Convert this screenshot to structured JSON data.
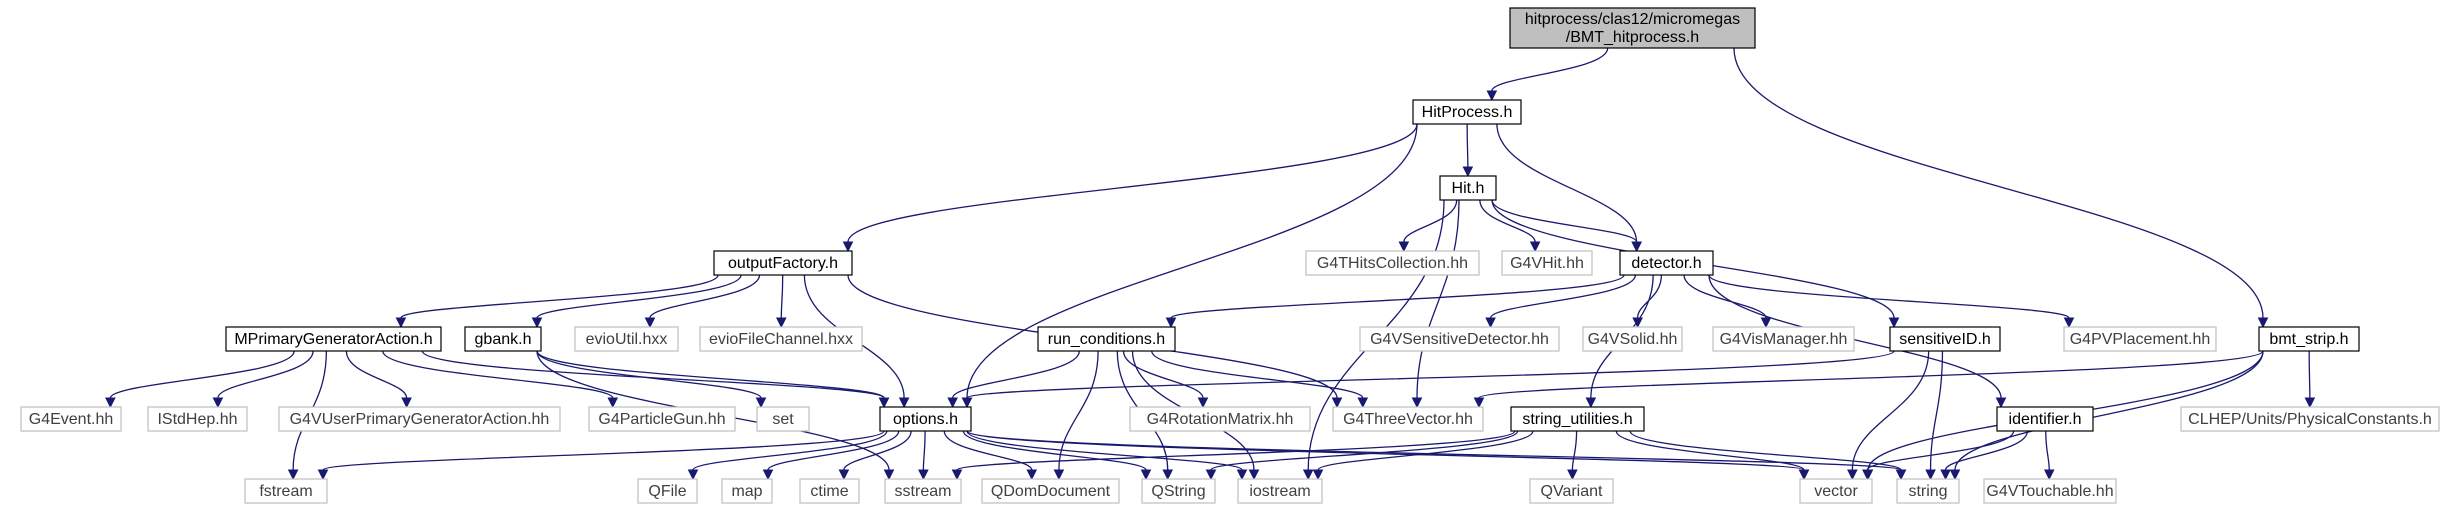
{
  "diagram": {
    "title_lines": [
      "hitprocess/clas12/micromegas",
      "/BMT_hitprocess.h"
    ],
    "edge_color": "#191970",
    "root_fill": "#bfbfbf",
    "nodes": {
      "root": {
        "lines": [
          "hitprocess/clas12/micromegas",
          "/BMT_hitprocess.h"
        ],
        "kind": "root"
      },
      "hitprocess_h": {
        "lines": [
          "HitProcess.h"
        ],
        "kind": "proj"
      },
      "hit_h": {
        "lines": [
          "Hit.h"
        ],
        "kind": "proj"
      },
      "outputfactory_h": {
        "lines": [
          "outputFactory.h"
        ],
        "kind": "proj"
      },
      "detector_h": {
        "lines": [
          "detector.h"
        ],
        "kind": "proj"
      },
      "bmt_strip_h": {
        "lines": [
          "bmt_strip.h"
        ],
        "kind": "proj"
      },
      "mprimary_h": {
        "lines": [
          "MPrimaryGeneratorAction.h"
        ],
        "kind": "proj"
      },
      "gbank_h": {
        "lines": [
          "gbank.h"
        ],
        "kind": "proj"
      },
      "run_conditions_h": {
        "lines": [
          "run_conditions.h"
        ],
        "kind": "proj"
      },
      "sensitiveid_h": {
        "lines": [
          "sensitiveID.h"
        ],
        "kind": "proj"
      },
      "options_h": {
        "lines": [
          "options.h"
        ],
        "kind": "proj"
      },
      "string_utilities_h": {
        "lines": [
          "string_utilities.h"
        ],
        "kind": "proj"
      },
      "identifier_h": {
        "lines": [
          "identifier.h"
        ],
        "kind": "proj"
      },
      "g4thitscollection_hh": {
        "lines": [
          "G4THitsCollection.hh"
        ],
        "kind": "ext"
      },
      "g4vhit_hh": {
        "lines": [
          "G4VHit.hh"
        ],
        "kind": "ext"
      },
      "evioutil_hxx": {
        "lines": [
          "evioUtil.hxx"
        ],
        "kind": "ext"
      },
      "eviofilechannel_hxx": {
        "lines": [
          "evioFileChannel.hxx"
        ],
        "kind": "ext"
      },
      "g4vsensitivedetector_hh": {
        "lines": [
          "G4VSensitiveDetector.hh"
        ],
        "kind": "ext"
      },
      "g4vsolid_hh": {
        "lines": [
          "G4VSolid.hh"
        ],
        "kind": "ext"
      },
      "g4vismanager_hh": {
        "lines": [
          "G4VisManager.hh"
        ],
        "kind": "ext"
      },
      "g4pvplacement_hh": {
        "lines": [
          "G4PVPlacement.hh"
        ],
        "kind": "ext"
      },
      "g4event_hh": {
        "lines": [
          "G4Event.hh"
        ],
        "kind": "ext"
      },
      "istdhep_hh": {
        "lines": [
          "IStdHep.hh"
        ],
        "kind": "ext"
      },
      "g4vuserprimary_hh": {
        "lines": [
          "G4VUserPrimaryGeneratorAction.hh"
        ],
        "kind": "ext"
      },
      "g4particlegun_hh": {
        "lines": [
          "G4ParticleGun.hh"
        ],
        "kind": "ext"
      },
      "set": {
        "lines": [
          "set"
        ],
        "kind": "ext"
      },
      "g4rotationmatrix_hh": {
        "lines": [
          "G4RotationMatrix.hh"
        ],
        "kind": "ext"
      },
      "g4threevector_hh": {
        "lines": [
          "G4ThreeVector.hh"
        ],
        "kind": "ext"
      },
      "clhep_units_hh": {
        "lines": [
          "CLHEP/Units/PhysicalConstants.h"
        ],
        "kind": "ext"
      },
      "fstream": {
        "lines": [
          "fstream"
        ],
        "kind": "ext"
      },
      "qfile": {
        "lines": [
          "QFile"
        ],
        "kind": "ext"
      },
      "map": {
        "lines": [
          "map"
        ],
        "kind": "ext"
      },
      "ctime": {
        "lines": [
          "ctime"
        ],
        "kind": "ext"
      },
      "sstream": {
        "lines": [
          "sstream"
        ],
        "kind": "ext"
      },
      "qdomdocument": {
        "lines": [
          "QDomDocument"
        ],
        "kind": "ext"
      },
      "qstring": {
        "lines": [
          "QString"
        ],
        "kind": "ext"
      },
      "iostream": {
        "lines": [
          "iostream"
        ],
        "kind": "ext"
      },
      "qvariant": {
        "lines": [
          "QVariant"
        ],
        "kind": "ext"
      },
      "vector": {
        "lines": [
          "vector"
        ],
        "kind": "ext"
      },
      "string": {
        "lines": [
          "string"
        ],
        "kind": "ext"
      },
      "g4vtouchable_hh": {
        "lines": [
          "G4VTouchable.hh"
        ],
        "kind": "ext"
      }
    },
    "edges": [
      [
        "root",
        "hitprocess_h"
      ],
      [
        "root",
        "bmt_strip_h"
      ],
      [
        "hitprocess_h",
        "hit_h"
      ],
      [
        "hitprocess_h",
        "outputfactory_h"
      ],
      [
        "hitprocess_h",
        "detector_h"
      ],
      [
        "hitprocess_h",
        "options_h"
      ],
      [
        "hit_h",
        "g4thitscollection_hh"
      ],
      [
        "hit_h",
        "g4vhit_hh"
      ],
      [
        "hit_h",
        "detector_h"
      ],
      [
        "hit_h",
        "sensitiveid_h"
      ],
      [
        "hit_h",
        "g4threevector_hh"
      ],
      [
        "hit_h",
        "iostream"
      ],
      [
        "outputfactory_h",
        "mprimary_h"
      ],
      [
        "outputfactory_h",
        "gbank_h"
      ],
      [
        "outputfactory_h",
        "evioutil_hxx"
      ],
      [
        "outputfactory_h",
        "eviofilechannel_hxx"
      ],
      [
        "outputfactory_h",
        "options_h"
      ],
      [
        "outputfactory_h",
        "g4threevector_hh"
      ],
      [
        "detector_h",
        "run_conditions_h"
      ],
      [
        "detector_h",
        "g4vsensitivedetector_hh"
      ],
      [
        "detector_h",
        "g4vsolid_hh"
      ],
      [
        "detector_h",
        "g4vismanager_hh"
      ],
      [
        "detector_h",
        "g4pvplacement_hh"
      ],
      [
        "detector_h",
        "identifier_h"
      ],
      [
        "detector_h",
        "string_utilities_h"
      ],
      [
        "mprimary_h",
        "g4event_hh"
      ],
      [
        "mprimary_h",
        "istdhep_hh"
      ],
      [
        "mprimary_h",
        "g4vuserprimary_hh"
      ],
      [
        "mprimary_h",
        "g4particlegun_hh"
      ],
      [
        "mprimary_h",
        "options_h"
      ],
      [
        "mprimary_h",
        "fstream"
      ],
      [
        "gbank_h",
        "options_h"
      ],
      [
        "gbank_h",
        "set"
      ],
      [
        "gbank_h",
        "sstream"
      ],
      [
        "run_conditions_h",
        "options_h"
      ],
      [
        "run_conditions_h",
        "g4rotationmatrix_hh"
      ],
      [
        "run_conditions_h",
        "g4threevector_hh"
      ],
      [
        "run_conditions_h",
        "qdomdocument"
      ],
      [
        "run_conditions_h",
        "iostream"
      ],
      [
        "run_conditions_h",
        "qstring"
      ],
      [
        "sensitiveid_h",
        "options_h"
      ],
      [
        "sensitiveid_h",
        "vector"
      ],
      [
        "sensitiveid_h",
        "string"
      ],
      [
        "bmt_strip_h",
        "g4threevector_hh"
      ],
      [
        "bmt_strip_h",
        "clhep_units_hh"
      ],
      [
        "bmt_strip_h",
        "vector"
      ],
      [
        "bmt_strip_h",
        "string"
      ],
      [
        "options_h",
        "fstream"
      ],
      [
        "options_h",
        "qfile"
      ],
      [
        "options_h",
        "map"
      ],
      [
        "options_h",
        "ctime"
      ],
      [
        "options_h",
        "sstream"
      ],
      [
        "options_h",
        "qdomdocument"
      ],
      [
        "options_h",
        "qstring"
      ],
      [
        "options_h",
        "iostream"
      ],
      [
        "options_h",
        "vector"
      ],
      [
        "options_h",
        "string"
      ],
      [
        "string_utilities_h",
        "sstream"
      ],
      [
        "string_utilities_h",
        "qstring"
      ],
      [
        "string_utilities_h",
        "iostream"
      ],
      [
        "string_utilities_h",
        "qvariant"
      ],
      [
        "string_utilities_h",
        "vector"
      ],
      [
        "string_utilities_h",
        "string"
      ],
      [
        "identifier_h",
        "vector"
      ],
      [
        "identifier_h",
        "string"
      ],
      [
        "identifier_h",
        "g4vtouchable_hh"
      ]
    ]
  }
}
